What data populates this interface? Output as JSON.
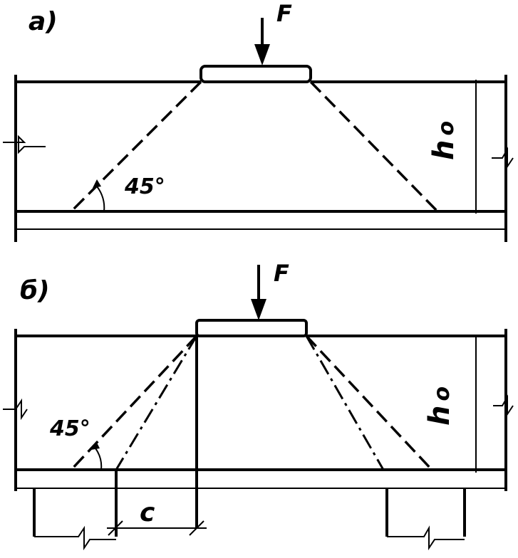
{
  "figure_a": {
    "label": "а)",
    "force_label": "F",
    "angle_label": "45°",
    "height_label": "h",
    "height_subscript": "o"
  },
  "figure_b": {
    "label": "б)",
    "force_label": "F",
    "angle_label": "45°",
    "height_label": "h",
    "height_subscript": "o",
    "offset_label": "c"
  }
}
